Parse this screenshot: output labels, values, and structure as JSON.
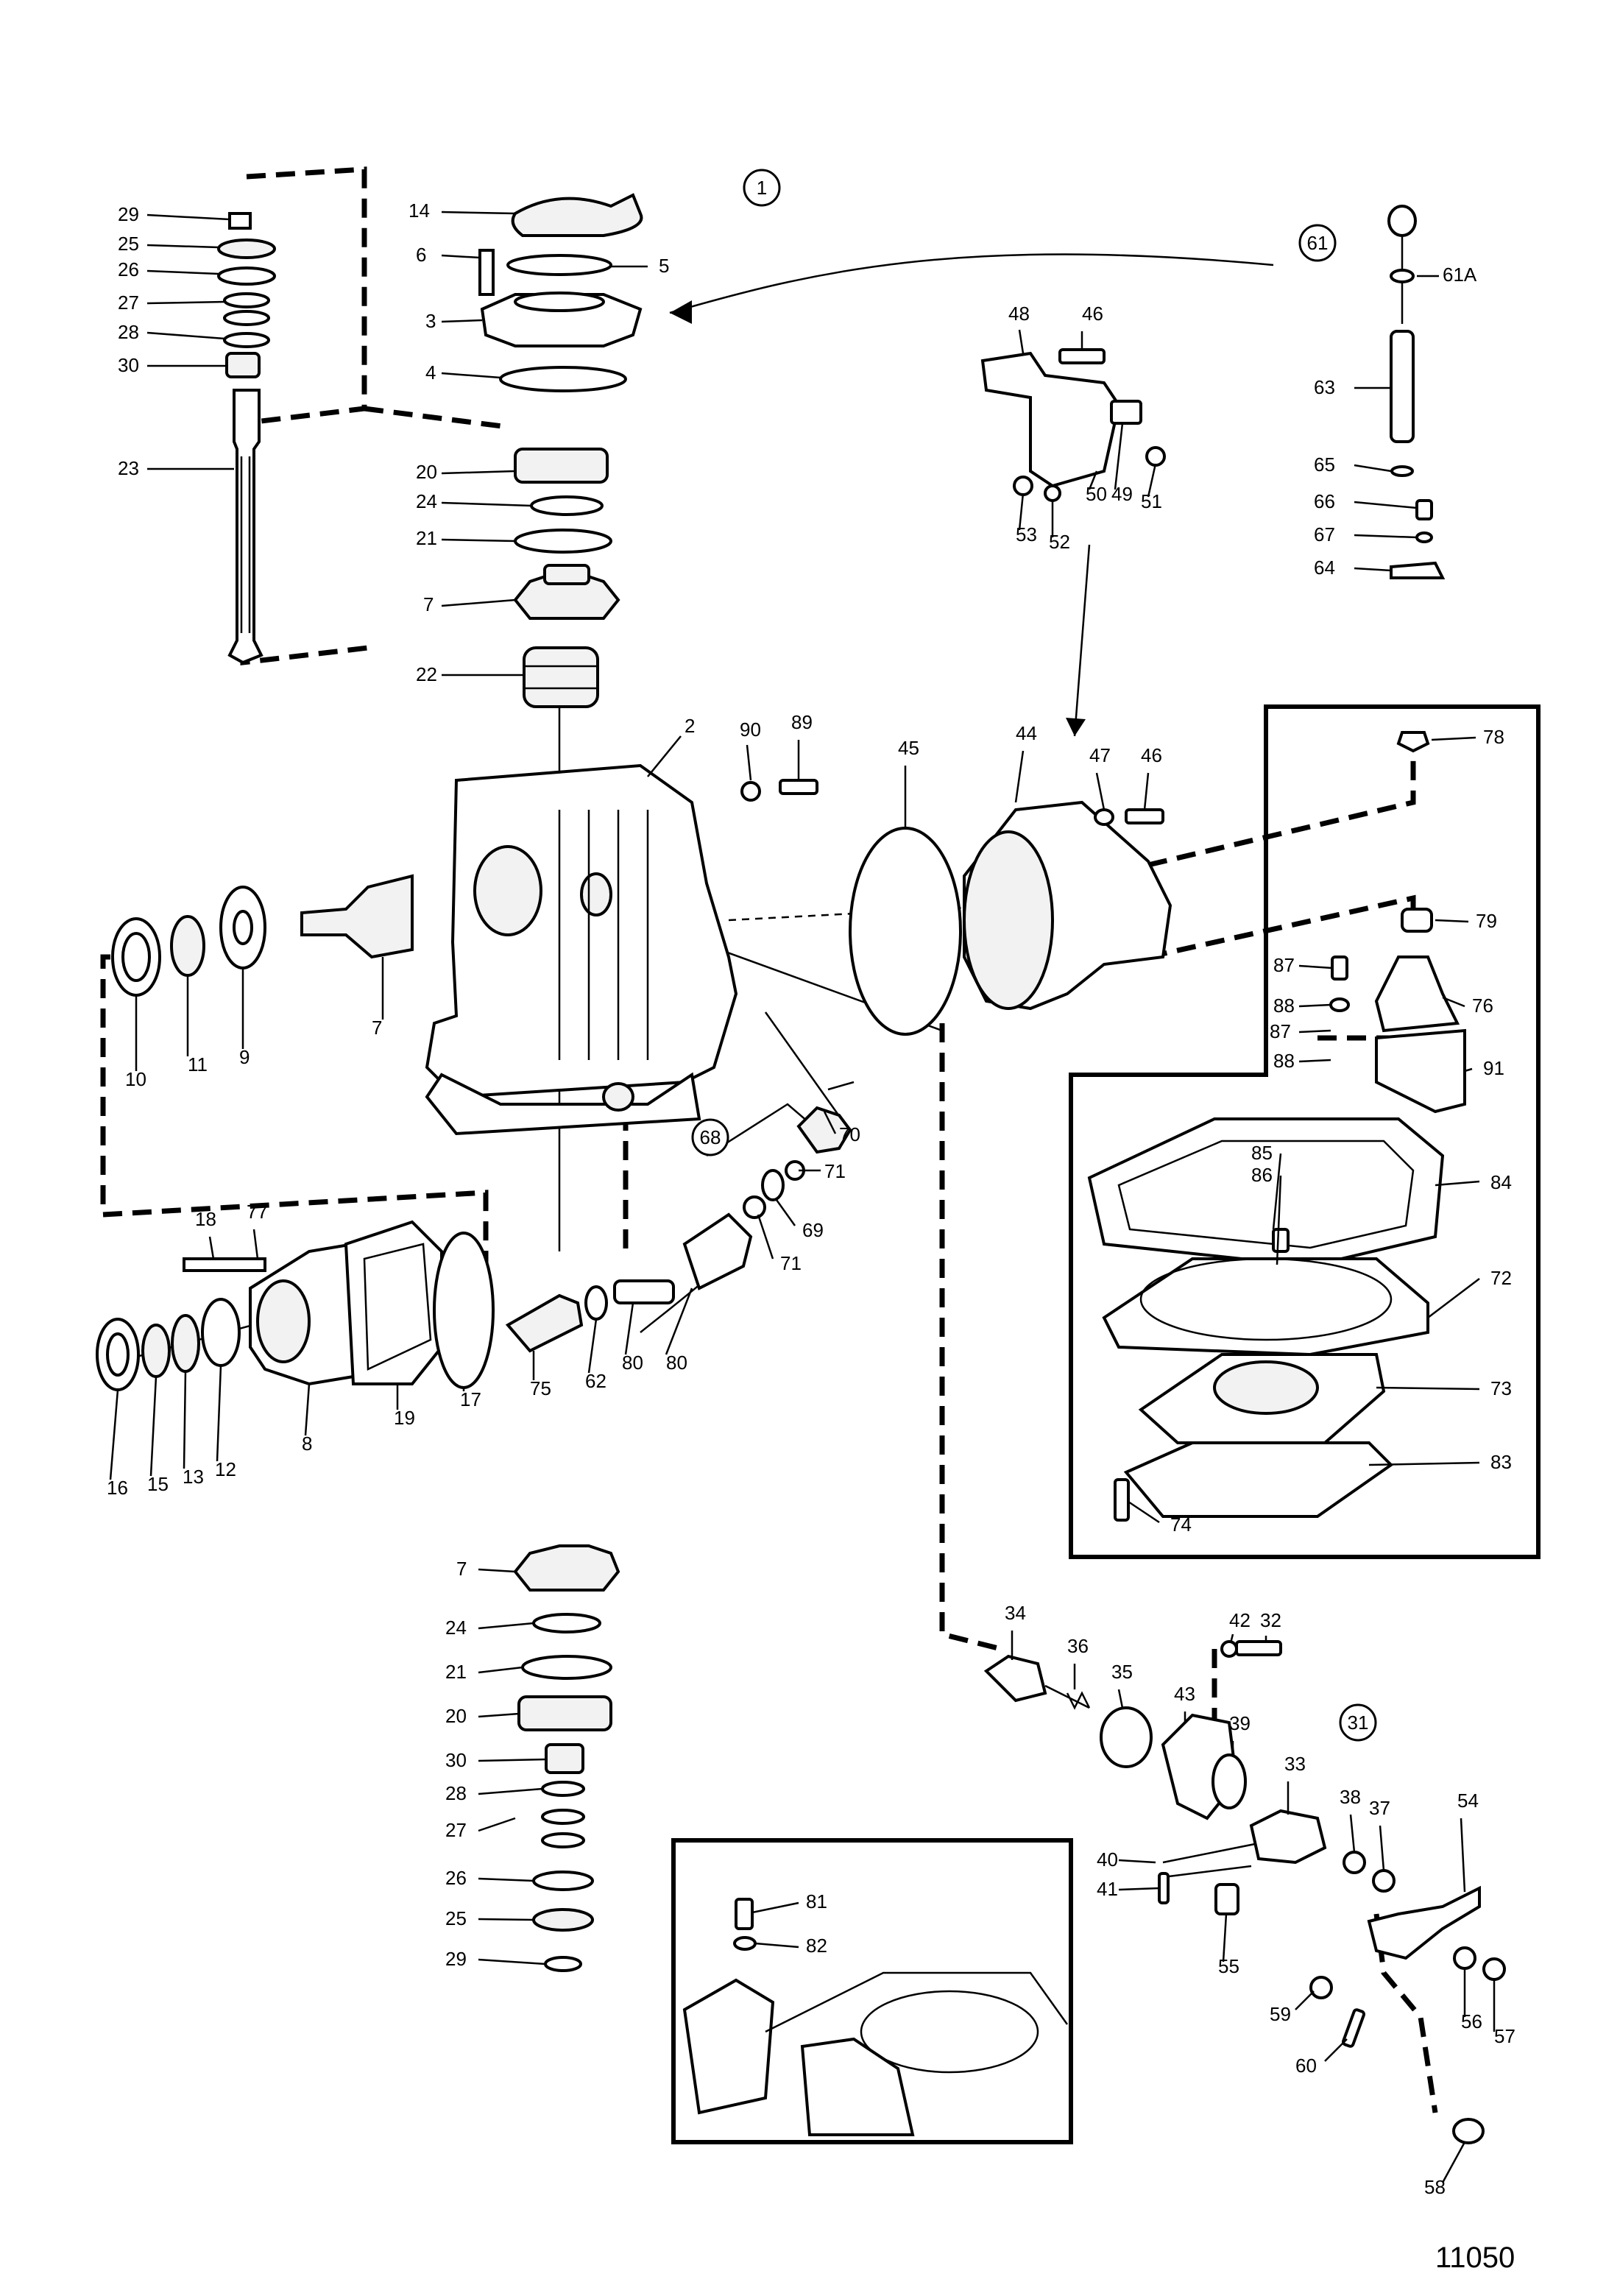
{
  "diagram": {
    "drawing_number": "11050",
    "group_labels": [
      "1",
      "61",
      "68",
      "31"
    ],
    "part_labels": [
      "29",
      "25",
      "26",
      "27",
      "28",
      "30",
      "23",
      "14",
      "6",
      "5",
      "3",
      "4",
      "20",
      "24",
      "21",
      "7",
      "22",
      "2",
      "90",
      "89",
      "45",
      "44",
      "47",
      "46",
      "48",
      "46",
      "50",
      "49",
      "51",
      "53",
      "52",
      "61A",
      "63",
      "65",
      "66",
      "67",
      "64",
      "78",
      "79",
      "87",
      "88",
      "76",
      "87",
      "88",
      "91",
      "85",
      "86",
      "84",
      "72",
      "73",
      "83",
      "74",
      "10",
      "11",
      "9",
      "7",
      "70",
      "71",
      "69",
      "71",
      "18",
      "77",
      "8",
      "19",
      "17",
      "75",
      "62",
      "80",
      "80",
      "16",
      "15",
      "13",
      "12",
      "7",
      "24",
      "21",
      "20",
      "30",
      "28",
      "27",
      "26",
      "25",
      "29",
      "34",
      "36",
      "35",
      "43",
      "42",
      "32",
      "39",
      "33",
      "38",
      "37",
      "54",
      "40",
      "41",
      "55",
      "56",
      "57",
      "59",
      "60",
      "58",
      "81",
      "82"
    ]
  }
}
